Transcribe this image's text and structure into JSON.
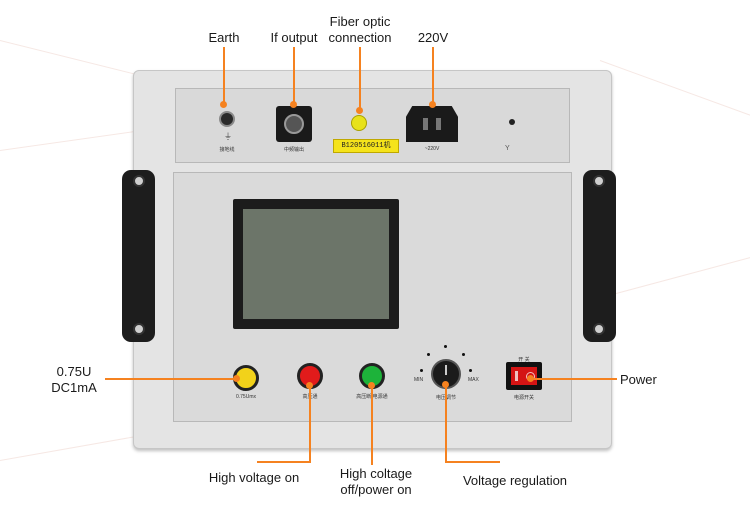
{
  "callouts": {
    "earth": "Earth",
    "if_output": "If output",
    "fiber_line1": "Fiber optic",
    "fiber_line2": "connection",
    "v220": "220V",
    "dc_line1": "0.75U",
    "dc_line2": "DC1mA",
    "power": "Power",
    "hv_on": "High voltage on",
    "hv_off_line1": "High coltage",
    "hv_off_line2": "off/power on",
    "voltage_reg": "Voltage regulation"
  },
  "panel_labels": {
    "earth": "接地线",
    "if_output": "中频输出",
    "v220": "~220V",
    "serial": "B120516011机",
    "btn_075": "0.75Umx",
    "btn_hv_on": "高压通",
    "btn_hv_off": "高压断  电源通",
    "knob": "电压调节",
    "knob_min": "MIN",
    "knob_max": "MAX",
    "power_top": "开  关",
    "power_bottom": "电源开关"
  },
  "colors": {
    "accent": "#f58220",
    "yellow_button": "#f2d21a",
    "red_button": "#e11b1b",
    "green_button": "#1db33a",
    "power_switch": "#d41414"
  }
}
